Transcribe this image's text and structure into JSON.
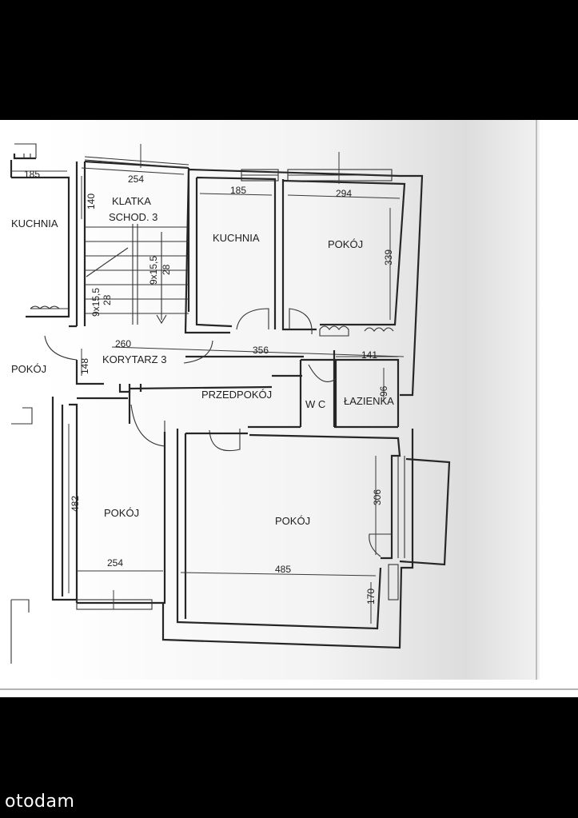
{
  "plan": {
    "rooms": {
      "klatka_line1": "KLATKA",
      "klatka_line2": "SCHOD. 3",
      "kuchnia_left": "KUCHNIA",
      "kuchnia": "KUCHNIA",
      "pokoj_top": "POKÓJ",
      "pokoj_left_edge": "POKÓJ",
      "korytarz": "KORYTARZ 3",
      "przedpokoj": "PRZEDPOKÓJ",
      "wc": "W C",
      "lazienka": "ŁAZIENKA",
      "pokoj_left": "POKÓJ",
      "pokoj_main": "POKÓJ"
    },
    "stairs_line1": "9x15,5",
    "stairs_line1b": "28",
    "stairs_line2": "9x15,5",
    "stairs_line2b": "28",
    "dimensions": {
      "d185_left": "185",
      "d254_top": "254",
      "d140": "140",
      "d185_kitchen": "185",
      "d294": "294",
      "d339": "339",
      "d260": "260",
      "d356": "356",
      "d148": "148",
      "d141": "141",
      "d96": "96",
      "d482": "482",
      "d306": "306",
      "d254_bottom": "254",
      "d485": "485",
      "d170": "170"
    }
  },
  "logo": {
    "text": "otodam"
  }
}
